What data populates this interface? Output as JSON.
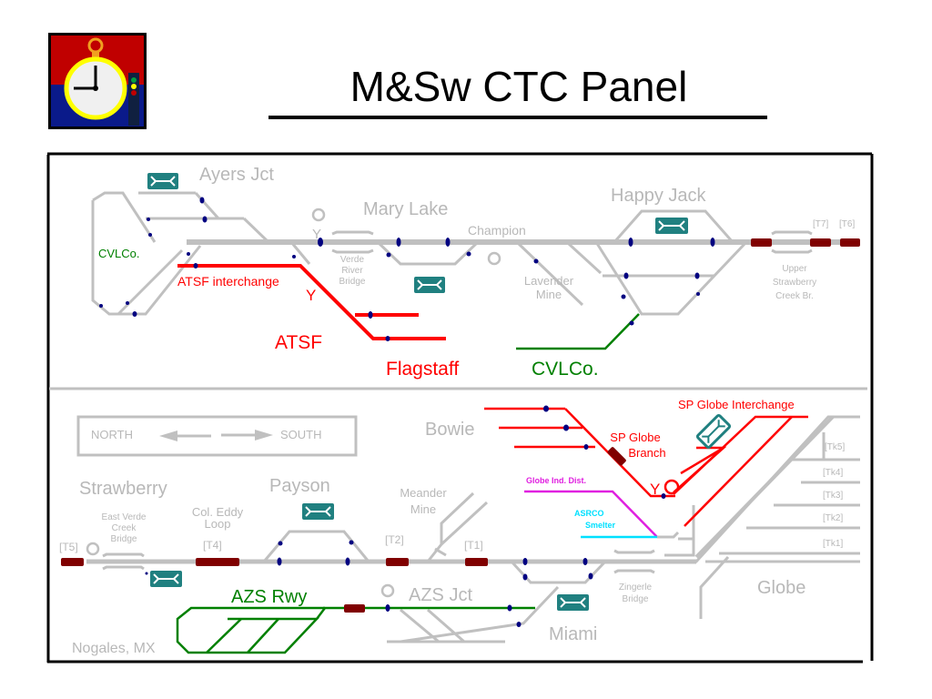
{
  "title": "M&Sw CTC Panel",
  "colors": {
    "track": "#c0c0c0",
    "atsf": "#ff0000",
    "cvlco": "#008000",
    "sp": "#e00000",
    "globe_ind": "#e020e0",
    "asrco": "#00e0ff",
    "switch_point": "#000080",
    "occupied_block": "#800000",
    "envelope": "#208080",
    "label_gray": "#b8b8b8"
  },
  "icons": {
    "logo": "pocket-watch-signal-icon",
    "message": "envelope-icon",
    "signal": "signal-ring-icon"
  },
  "north_panel": {
    "stations": [
      "Ayers Jct",
      "Mary Lake",
      "Champion",
      "Happy Jack"
    ],
    "labels": {
      "cvlco_left": "CVLCo.",
      "atsf_interchange": "ATSF interchange",
      "wye_1": "Y",
      "wye_2": "Y",
      "verde_river_bridge": [
        "Verde",
        "River",
        "Bridge"
      ],
      "lavender_mine": [
        "Lavender",
        "Mine"
      ],
      "upper_strawberry": [
        "Upper",
        "Strawberry",
        "Creek Br."
      ],
      "atsf": "ATSF",
      "flagstaff": "Flagstaff",
      "cvlco_bottom": "CVLCo.",
      "t7": "[T7]",
      "t6": "[T6]"
    }
  },
  "south_panel": {
    "direction_box": {
      "north": "NORTH",
      "south": "SOUTH"
    },
    "stations": [
      "Bowie",
      "Strawberry",
      "Payson",
      "AZS Jct",
      "Miami",
      "Globe"
    ],
    "labels": {
      "meander_mine": [
        "Meander",
        "Mine"
      ],
      "east_verde": [
        "East Verde",
        "Creek",
        "Bridge"
      ],
      "col_eddy": [
        "Col. Eddy",
        "Loop"
      ],
      "t5": "[T5]",
      "t4": "[T4]",
      "t2": "[T2]",
      "t1": "[T1]",
      "sp_globe_branch": [
        "SP Globe",
        "Branch"
      ],
      "sp_globe_interchange": "SP Globe Interchange",
      "globe_ind_dist": "Globe Ind. Dist.",
      "asrco": [
        "ASRCO",
        "Smelter"
      ],
      "wye": "Y",
      "zingerle": [
        "Zingerle",
        "Bridge"
      ],
      "azs_rwy": "AZS Rwy",
      "nogales": "Nogales, MX",
      "tracks": [
        "[Tk5]",
        "[Tk4]",
        "[Tk3]",
        "[Tk2]",
        "[Tk1]"
      ]
    }
  }
}
